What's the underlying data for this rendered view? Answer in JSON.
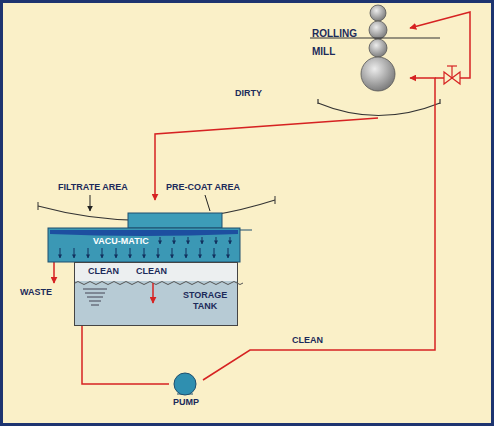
{
  "diagram": {
    "nodes": [
      {
        "text": [
          "ROLLING MILL"
        ]
      },
      {
        "text": [
          "VACU-MATIC"
        ]
      },
      {
        "text": [
          "CLEAN",
          "CLEAN",
          "STORAGE TANK"
        ]
      },
      {
        "text": [
          "PUMP"
        ]
      }
    ],
    "edges": [
      {
        "from": 0,
        "to": 1,
        "label": "DIRTY",
        "arrow": "to"
      },
      {
        "from": 2,
        "to": 3,
        "arrow": "none"
      },
      {
        "from": 3,
        "to": 0,
        "label": "CLEAN",
        "arrow": "to"
      }
    ],
    "labels": [
      "FILTRATE AREA",
      "PRE-COAT AREA",
      "WASTE"
    ]
  }
}
